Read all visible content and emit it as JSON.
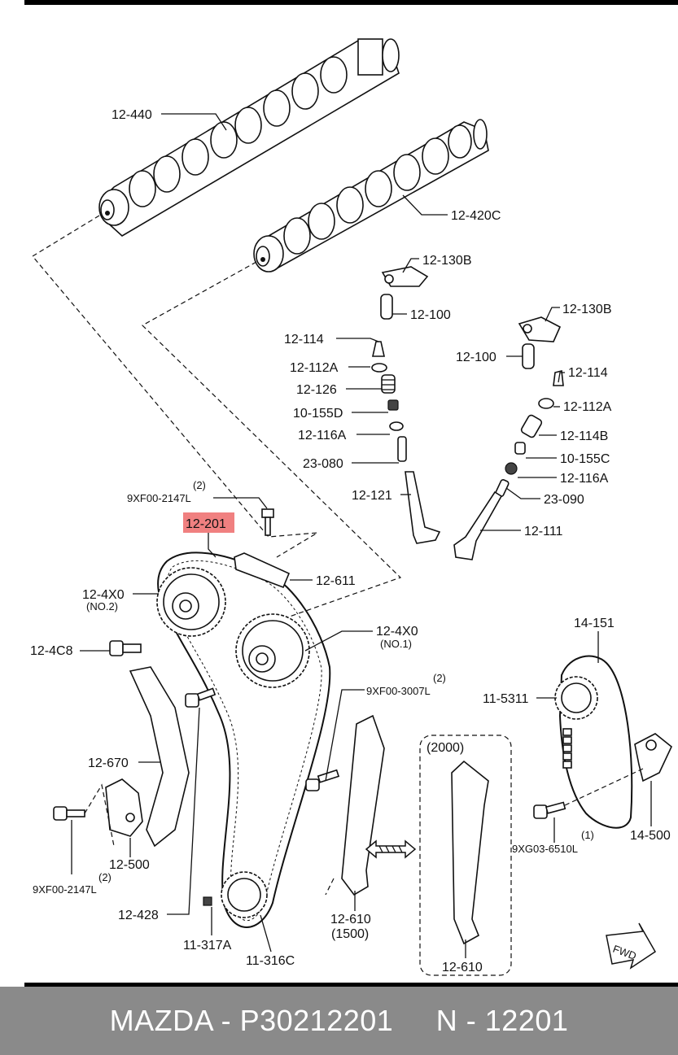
{
  "footer": {
    "text": "MAZDA - P30212201     N - 12201"
  },
  "highlight_color": "#f08080",
  "labels": {
    "l_12_440": "12-440",
    "l_12_420c": "12-420C",
    "l_12_130b_a": "12-130B",
    "l_12_100_a": "12-100",
    "l_12_130b_b": "12-130B",
    "l_12_100_b": "12-100",
    "l_12_114_a": "12-114",
    "l_12_112a_a": "12-112A",
    "l_12_126": "12-126",
    "l_10_155d": "10-155D",
    "l_12_116a_a": "12-116A",
    "l_23_080": "23-080",
    "l_12_121": "12-121",
    "l_12_114_b": "12-114",
    "l_12_112a_b": "12-112A",
    "l_12_114b": "12-114B",
    "l_10_155c": "10-155C",
    "l_12_116a_b": "12-116A",
    "l_23_090": "23-090",
    "l_12_111": "12-111",
    "l_qty_a": "(2)",
    "l_9xf00_2147l_a": "9XF00-2147L",
    "l_12_201": "12-201",
    "l_12_611": "12-611",
    "l_12_4x0_a": "12-4X0",
    "l_no2": "(NO.2)",
    "l_12_4c8": "12-4C8",
    "l_12_4x0_b": "12-4X0",
    "l_no1": "(NO.1)",
    "l_14_151": "14-151",
    "l_qty_b": "(2)",
    "l_9xf00_3007l": "9XF00-3007L",
    "l_11_5311": "11-5311",
    "l_12_670": "12-670",
    "l_2000": "(2000)",
    "l_12_500": "12-500",
    "l_qty_c": "(2)",
    "l_9xf00_2147l_b": "9XF00-2147L",
    "l_9xg03_6510l": "9XG03-6510L",
    "l_qty_d": "(1)",
    "l_14_500": "14-500",
    "l_12_428": "12-428",
    "l_12_610_a": "12-610",
    "l_1500": "(1500)",
    "l_11_317a": "11-317A",
    "l_11_316c": "11-316C",
    "l_12_610_b": "12-610",
    "l_fwd": "FWD"
  }
}
